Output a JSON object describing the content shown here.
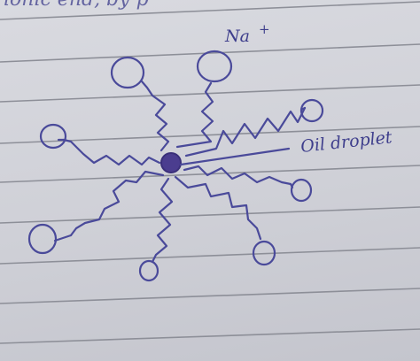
{
  "labels": {
    "top_scribble": "ionic end, by p",
    "ion": "Na",
    "ion_charge": "+",
    "droplet": "Oil droplet"
  },
  "colors": {
    "paper": "#cfd0d7",
    "ruled_line": "#8d8f98",
    "ink": "#4a4a9a",
    "center_fill": "#4b3d8f"
  }
}
